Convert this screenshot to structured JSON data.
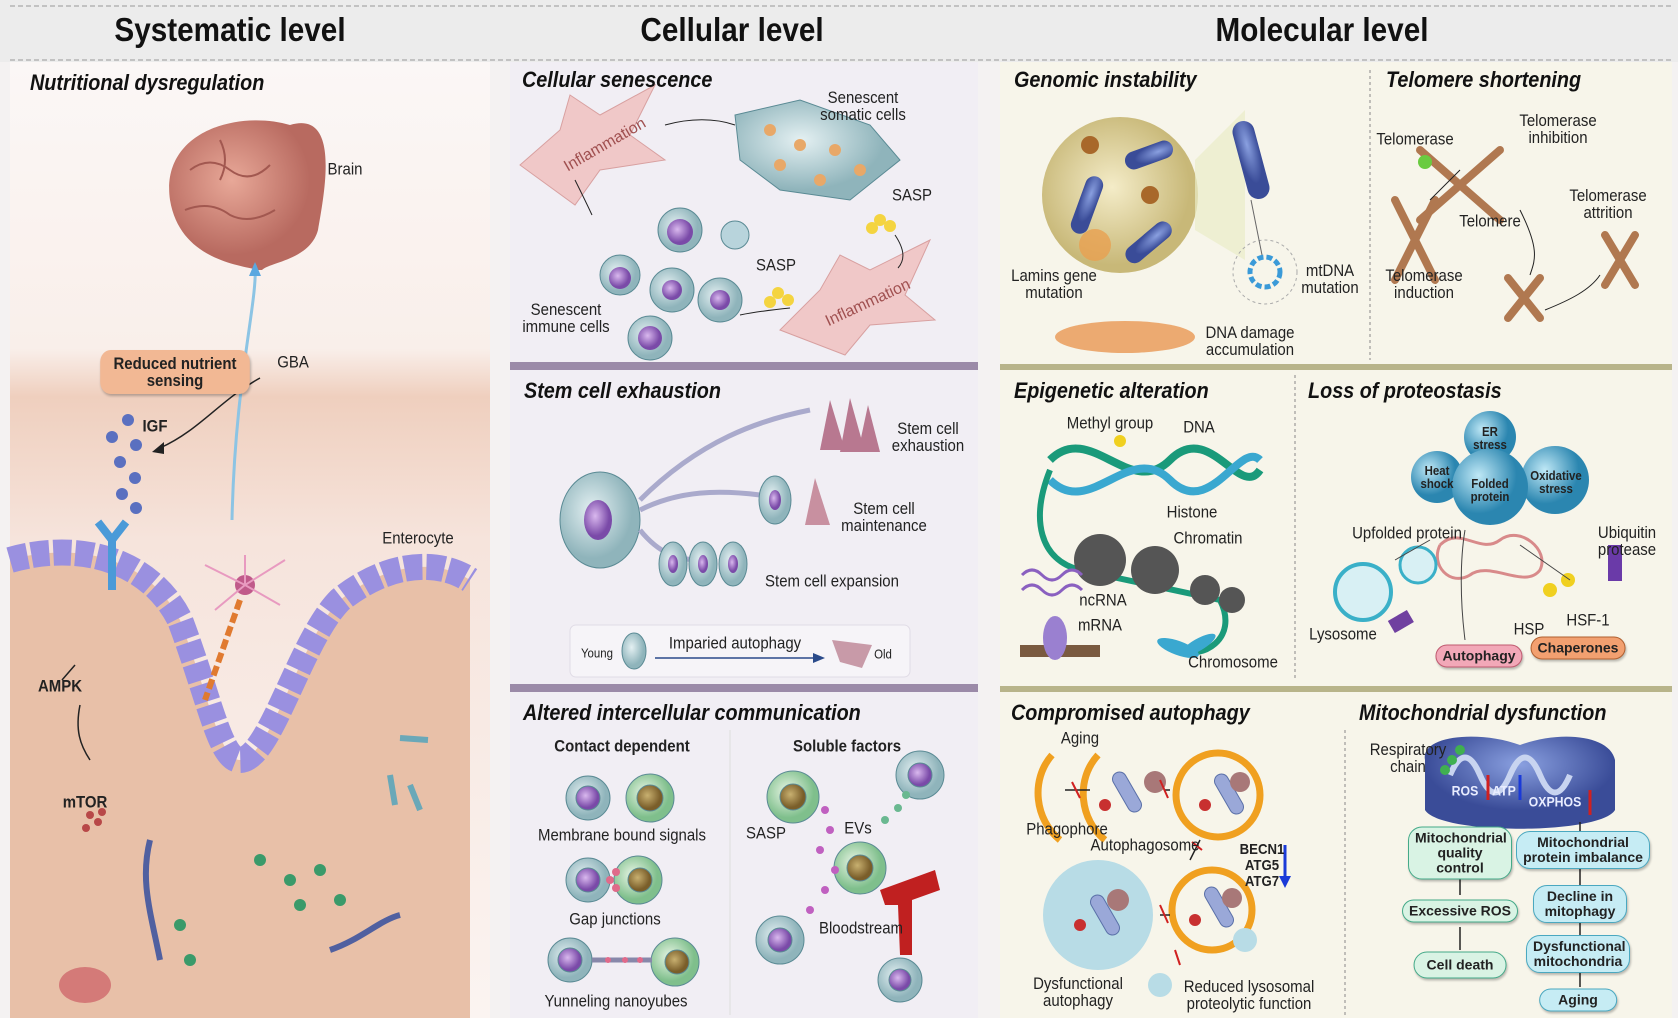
{
  "levels": {
    "systematic": "Systematic level",
    "cellular": "Cellular level",
    "molecular": "Molecular level"
  },
  "systematic": {
    "title": "Nutritional dysregulation",
    "brain": "Brain",
    "reduced": "Reduced nutrient sensing",
    "gba": "GBA",
    "igf": "IGF",
    "enterocyte": "Enterocyte",
    "ampk": "AMPK",
    "mtor": "mTOR"
  },
  "senescence": {
    "title": "Cellular senescence",
    "somatic": "Senescent somatic cells",
    "sasp1": "SASP",
    "sasp2": "SASP",
    "immune": "Senescent immune cells",
    "inflammation1": "Inflammation",
    "inflammation2": "Inflammation"
  },
  "stem": {
    "title": "Stem cell exhaustion",
    "exhaustion": "Stem cell exhaustion",
    "maintenance": "Stem cell maintenance",
    "expansion": "Stem cell expansion",
    "young": "Young",
    "autophagy": "Imparied autophagy",
    "old": "Old"
  },
  "communication": {
    "title": "Altered intercellular communication",
    "contact": "Contact dependent",
    "soluble": "Soluble factors",
    "membrane": "Membrane bound signals",
    "sasp": "SASP",
    "evs": "EVs",
    "gap": "Gap junctions",
    "bloodstream": "Bloodstream",
    "tunneling": "Yunneling nanoyubes"
  },
  "genomic": {
    "title": "Genomic instability",
    "lamins": "Lamins gene mutation",
    "mtdna": "mtDNA mutation",
    "dna_damage": "DNA damage accumulation"
  },
  "telomere": {
    "title": "Telomere shortening",
    "telomerase": "Telomerase",
    "inhibition": "Telomerase inhibition",
    "telomere": "Telomere",
    "attrition": "Telomerase attrition",
    "induction": "Telomerase induction"
  },
  "epigenetic": {
    "title": "Epigenetic alteration",
    "methyl": "Methyl group",
    "dna": "DNA",
    "histone": "Histone",
    "chromatin": "Chromatin",
    "ncrna": "ncRNA",
    "mrna": "mRNA",
    "chromosome": "Chromosome"
  },
  "proteostasis": {
    "title": "Loss of proteostasis",
    "er": "ER stress",
    "heat": "Heat shock",
    "folded": "Folded protein",
    "oxidative": "Oxidative stress",
    "unfolded": "Upfolded protein",
    "ubiquitin": "Ubiquitin protease",
    "lysosome": "Lysosome",
    "hsp": "HSP",
    "hsf": "HSF-1",
    "autophagy": "Autophagy",
    "chaperones": "Chaperones"
  },
  "autophagy": {
    "title": "Compromised autophagy",
    "aging": "Aging",
    "phagophore": "Phagophore",
    "autophagosome": "Autophagosome",
    "genes": "BECN1\nATG5\nATG7",
    "dysfunctional": "Dysfunctional autophagy",
    "reduced": "Reduced lysosomal proteolytic function"
  },
  "mito": {
    "title": "Mitochondrial dysfunction",
    "respiratory": "Respiratory chain",
    "ros": "ROS",
    "atp": "ATP",
    "oxphos": "OXPHOS",
    "left": [
      "Mitochondrial quality control",
      "Excessive ROS",
      "Cell death"
    ],
    "right": [
      "Mitochondrial protein imbalance",
      "Decline in mitophagy",
      "Dysfunctional mitochondria",
      "Aging"
    ]
  },
  "colors": {
    "header": "#ececec",
    "systematic_bg": "#f6e4dc",
    "cellular_bg": "#f1eef4",
    "molecular_bg": "#f7f5ea",
    "divider_olive": "#b8b48a",
    "divider_purple": "#9b8aa8"
  }
}
